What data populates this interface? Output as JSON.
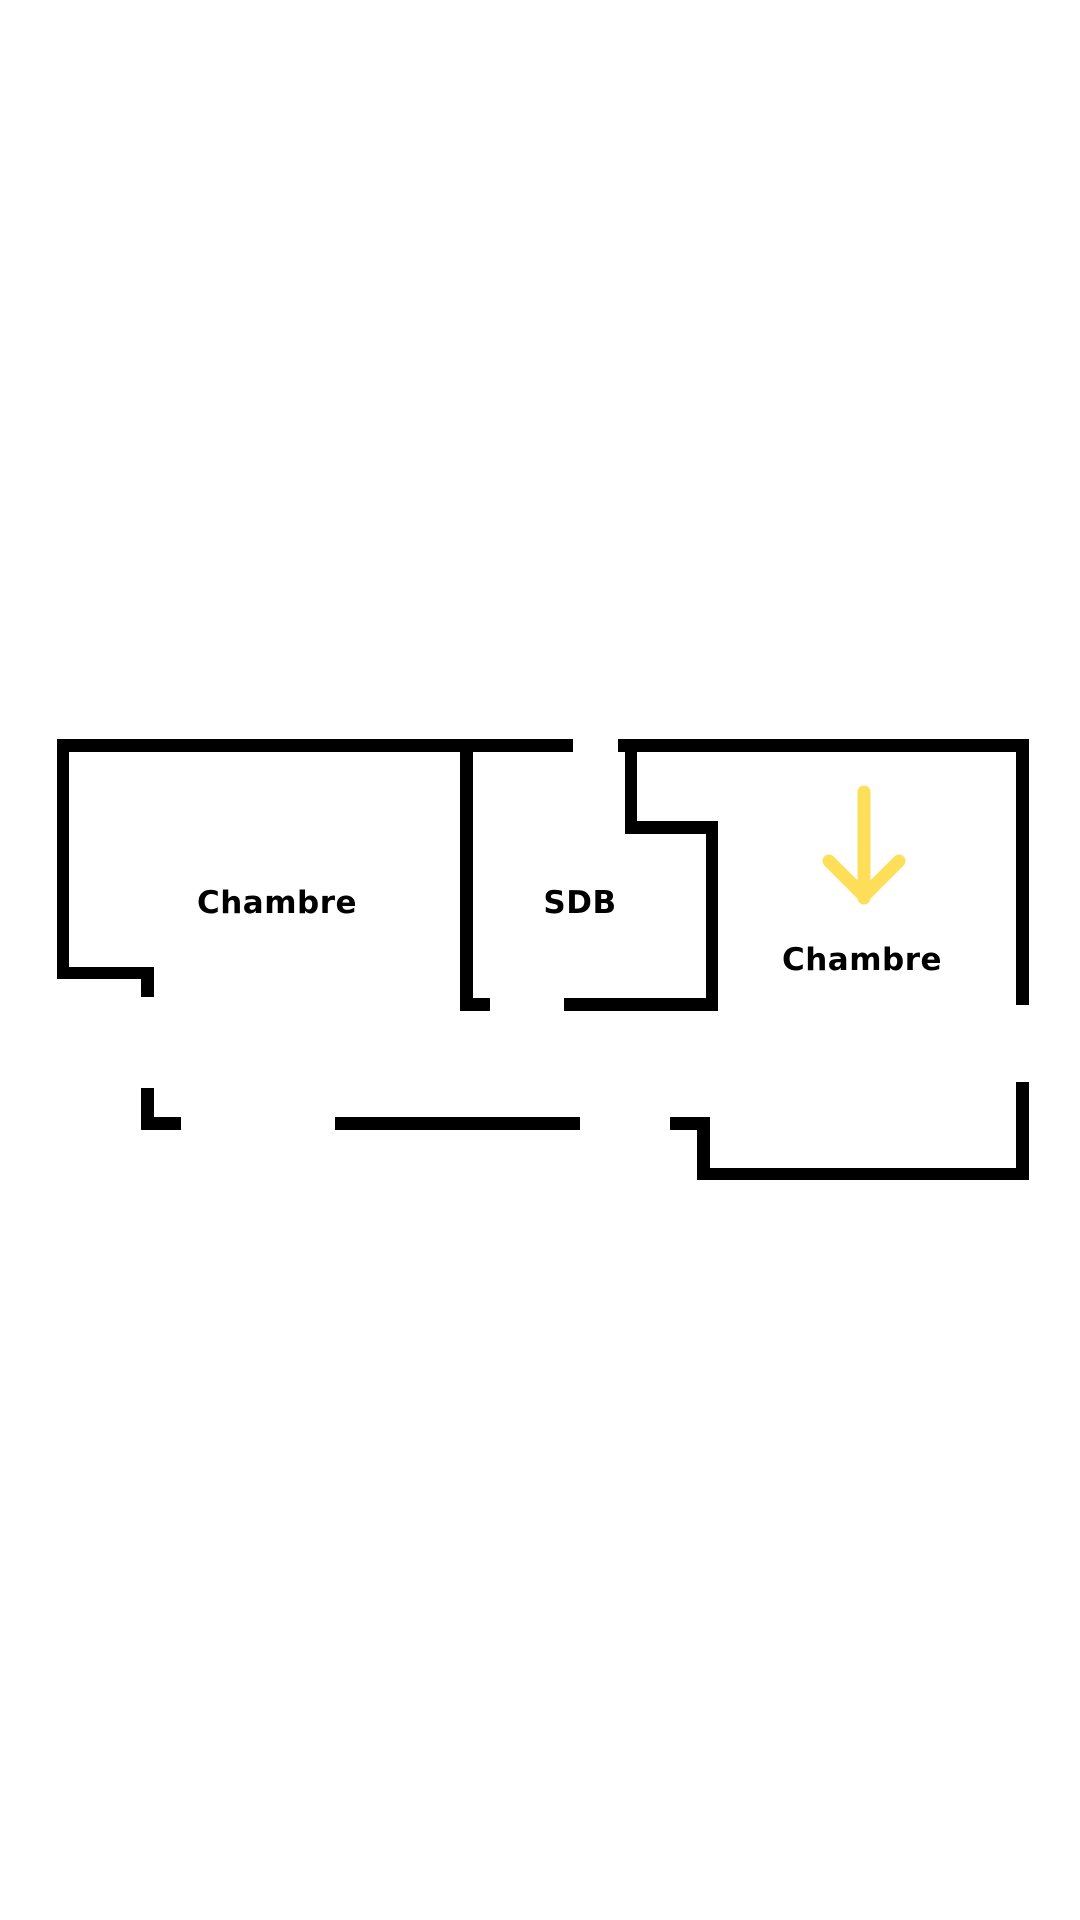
{
  "rooms": [
    {
      "label": "Chambre"
    },
    {
      "label": "SDB"
    },
    {
      "label": "Chambre"
    }
  ],
  "colors": {
    "wall": "#000000",
    "arrow": "#FFDE59",
    "background": "#FFFFFF"
  },
  "icons": {
    "direction": "arrow-down-icon"
  }
}
